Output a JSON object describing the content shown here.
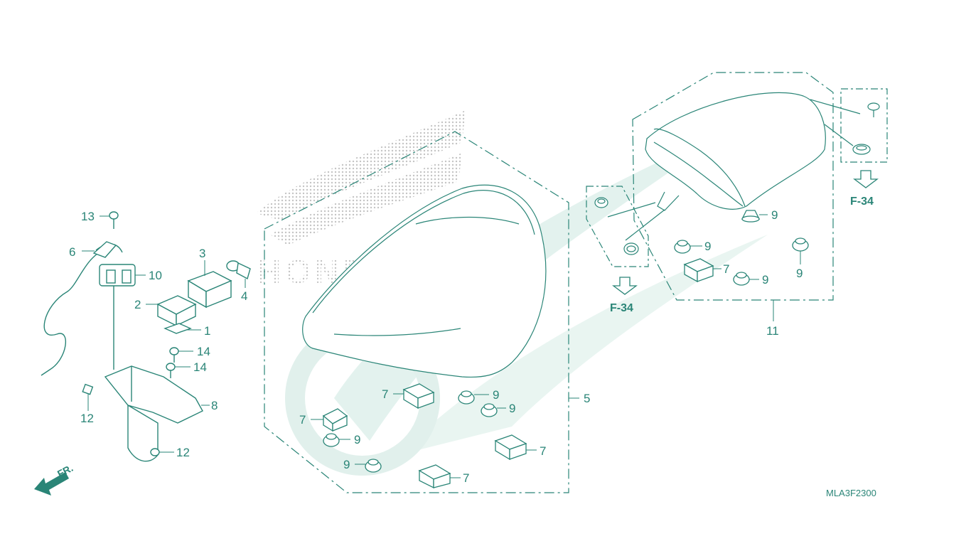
{
  "watermark": {
    "brand": "HONDA"
  },
  "callouts": [
    {
      "label": "13"
    },
    {
      "label": "6"
    },
    {
      "label": "10"
    },
    {
      "label": "3"
    },
    {
      "label": "4"
    },
    {
      "label": "2"
    },
    {
      "label": "1"
    },
    {
      "label": "14"
    },
    {
      "label": "14"
    },
    {
      "label": "8"
    },
    {
      "label": "12"
    },
    {
      "label": "12"
    },
    {
      "label": "5"
    },
    {
      "label": "7"
    },
    {
      "label": "7"
    },
    {
      "label": "7"
    },
    {
      "label": "7"
    },
    {
      "label": "9"
    },
    {
      "label": "9"
    },
    {
      "label": "9"
    },
    {
      "label": "9"
    },
    {
      "label": "9"
    },
    {
      "label": "9"
    },
    {
      "label": "7"
    },
    {
      "label": "9"
    },
    {
      "label": "9"
    },
    {
      "label": "11"
    }
  ],
  "references": [
    {
      "label": "F-34"
    },
    {
      "label": "F-34"
    }
  ],
  "front_indicator": "FR.",
  "diagram_code": "MLA3F2300",
  "colors": {
    "line": "#2a8577",
    "watermark_teal": "#d6ece7",
    "watermark_dots": "#c9c9c9"
  }
}
